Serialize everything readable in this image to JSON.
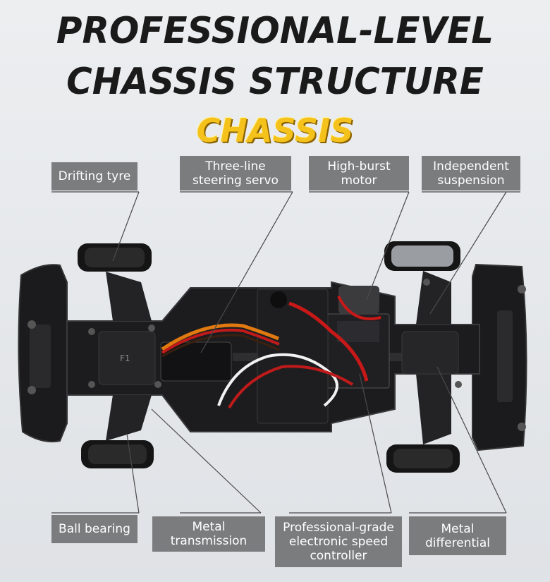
{
  "headline": {
    "line1": "PROFESSIONAL-LEVEL",
    "line2": "CHASSIS STRUCTURE",
    "badge": "CHASSIS"
  },
  "labels": {
    "drifting_tyre": "Drifting tyre",
    "steering_servo": "Three-line\nsteering servo",
    "motor": "High-burst\nmotor",
    "suspension": "Independent\nsuspension",
    "ball_bearing": "Ball bearing",
    "transmission": "Metal\ntransmission",
    "esc": "Professional-grade\nelectronic speed\ncontroller",
    "differential": "Metal\ndifferential"
  },
  "chassis_marking": "F1",
  "colors": {
    "label_bg": "#7b7c7e",
    "badge": "#f5c21b",
    "chassis": "#1c1c1e"
  }
}
